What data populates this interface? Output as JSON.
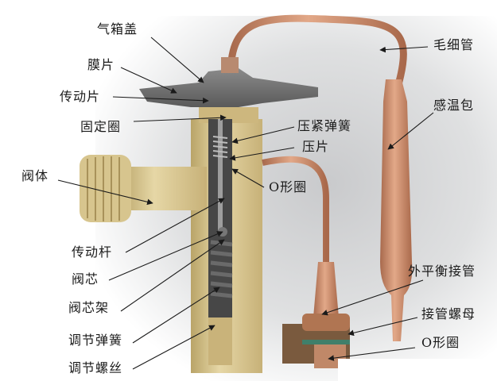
{
  "figure": {
    "subject": "thermostatic expansion valve cutaway",
    "colors": {
      "background": "#ffffff",
      "photo_backdrop": "#d9dadb",
      "brass": "#d8c48c",
      "brass_dark": "#a8925a",
      "copper": "#c98a6a",
      "copper_dark": "#9c5f44",
      "diaphragm": "#6e6e6e",
      "inner_dark": "#3c3c3c",
      "arrow": "#1a1a1a",
      "text": "#1a1a1a"
    }
  },
  "labels_left": [
    {
      "id": "cap",
      "text": "气箱盖"
    },
    {
      "id": "diaphragm",
      "text": "膜片"
    },
    {
      "id": "drive-plate",
      "text": "传动片"
    },
    {
      "id": "retaining-ring",
      "text": "固定圈"
    },
    {
      "id": "valve-body",
      "text": "阀体"
    },
    {
      "id": "drive-rod",
      "text": "传动杆"
    },
    {
      "id": "valve-core",
      "text": "阀芯"
    },
    {
      "id": "valve-core-holder",
      "text": "阀芯架"
    },
    {
      "id": "adjusting-spring",
      "text": "调节弹簧"
    },
    {
      "id": "adjusting-screw",
      "text": "调节螺丝"
    }
  ],
  "labels_center": [
    {
      "id": "compression-spring",
      "text": "压紧弹簧"
    },
    {
      "id": "pressure-plate",
      "text": "压片"
    },
    {
      "id": "o-ring-upper",
      "text": "O形圈"
    }
  ],
  "labels_right": [
    {
      "id": "capillary-tube",
      "text": "毛细管"
    },
    {
      "id": "sensing-bulb",
      "text": "感温包"
    },
    {
      "id": "external-equalizer",
      "text": "外平衡接管"
    },
    {
      "id": "fitting-nut",
      "text": "接管螺母"
    },
    {
      "id": "o-ring-lower",
      "text": "O形圈"
    }
  ]
}
